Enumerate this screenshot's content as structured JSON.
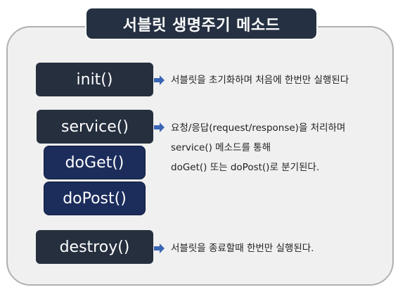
{
  "title": "서블릿 생명주기 메소드",
  "methods": {
    "init": "init()",
    "service": "service()",
    "doGet": "doGet()",
    "doPost": "doPost()",
    "destroy": "destroy()"
  },
  "descriptions": {
    "init": "서블릿을 초기화하며 처음에 한번만 실행된다",
    "service_lines": [
      "요청/응답(request/response)을 처리하며",
      "service() 메소드를 통해",
      "doGet() 또는 doPost()로 분기된다."
    ],
    "destroy": "서블릿을 종료할때 한번만 실행된다."
  },
  "colors": {
    "title_bg": "#253142",
    "method_box": "#252f3e",
    "sub_method_box": "#1c2d5c",
    "arrow": "#3a64b4",
    "panel_bg": "#f0f0f0"
  }
}
